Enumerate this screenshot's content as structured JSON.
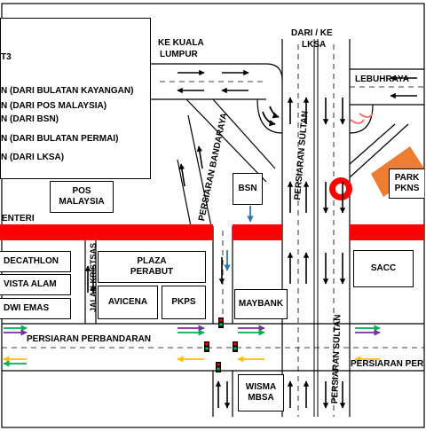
{
  "legend": {
    "items": [
      "T3",
      "N (DARI BULATAN KAYANGAN)",
      "N (DARI POS MALAYSIA)",
      "N (DARI BSN)",
      "N (DARI BULATAN PERMAI)",
      "N (DARI LKSA)"
    ]
  },
  "roads": {
    "ke_kuala_lumpur": [
      "KE KUALA",
      "LUMPUR"
    ],
    "dari_ke_lksa": [
      "DARI / KE",
      "LKSA"
    ],
    "lebuhraya": "LEBUHRAYA",
    "persiaran_bandaraya": "PERSIARAN BANDARAYA",
    "persiaran_sultan_top": "PERSIARAN SULTAN",
    "persiaran_sultan_bottom": "PERSIARAN SULTAN",
    "jalan_kristsas": "JALAN KRISTSAS",
    "persiaran_perbandaran_left": "PERSIARAN PERBANDARAN",
    "persiaran_perbandaran_right": "PERSIARAN PER",
    "menteri": "ENTERI"
  },
  "buildings": {
    "pos_malaysia": [
      "POS",
      "MALAYSIA"
    ],
    "bsn": "BSN",
    "parkir": [
      "PARK",
      "PKNS"
    ],
    "decathlon": "DECATHLON",
    "vista_alam": "VISTA ALAM",
    "dwi_emas": "DWI EMAS",
    "plaza_perabut": [
      "PLAZA",
      "PERABUT"
    ],
    "avicena": "AVICENA",
    "pkps": "PKPS",
    "maybank": "MAYBANK",
    "sacc": "SACC",
    "wisma_mbsa": [
      "WISMA",
      "MBSA"
    ]
  },
  "colors": {
    "closure": "#ff0000",
    "parking": "#ed7d31",
    "arrow_green": "#00b050",
    "arrow_purple": "#7030a0",
    "arrow_yellow": "#ffc000",
    "arrow_blue": "#2e75b6",
    "road_line": "#000000"
  }
}
